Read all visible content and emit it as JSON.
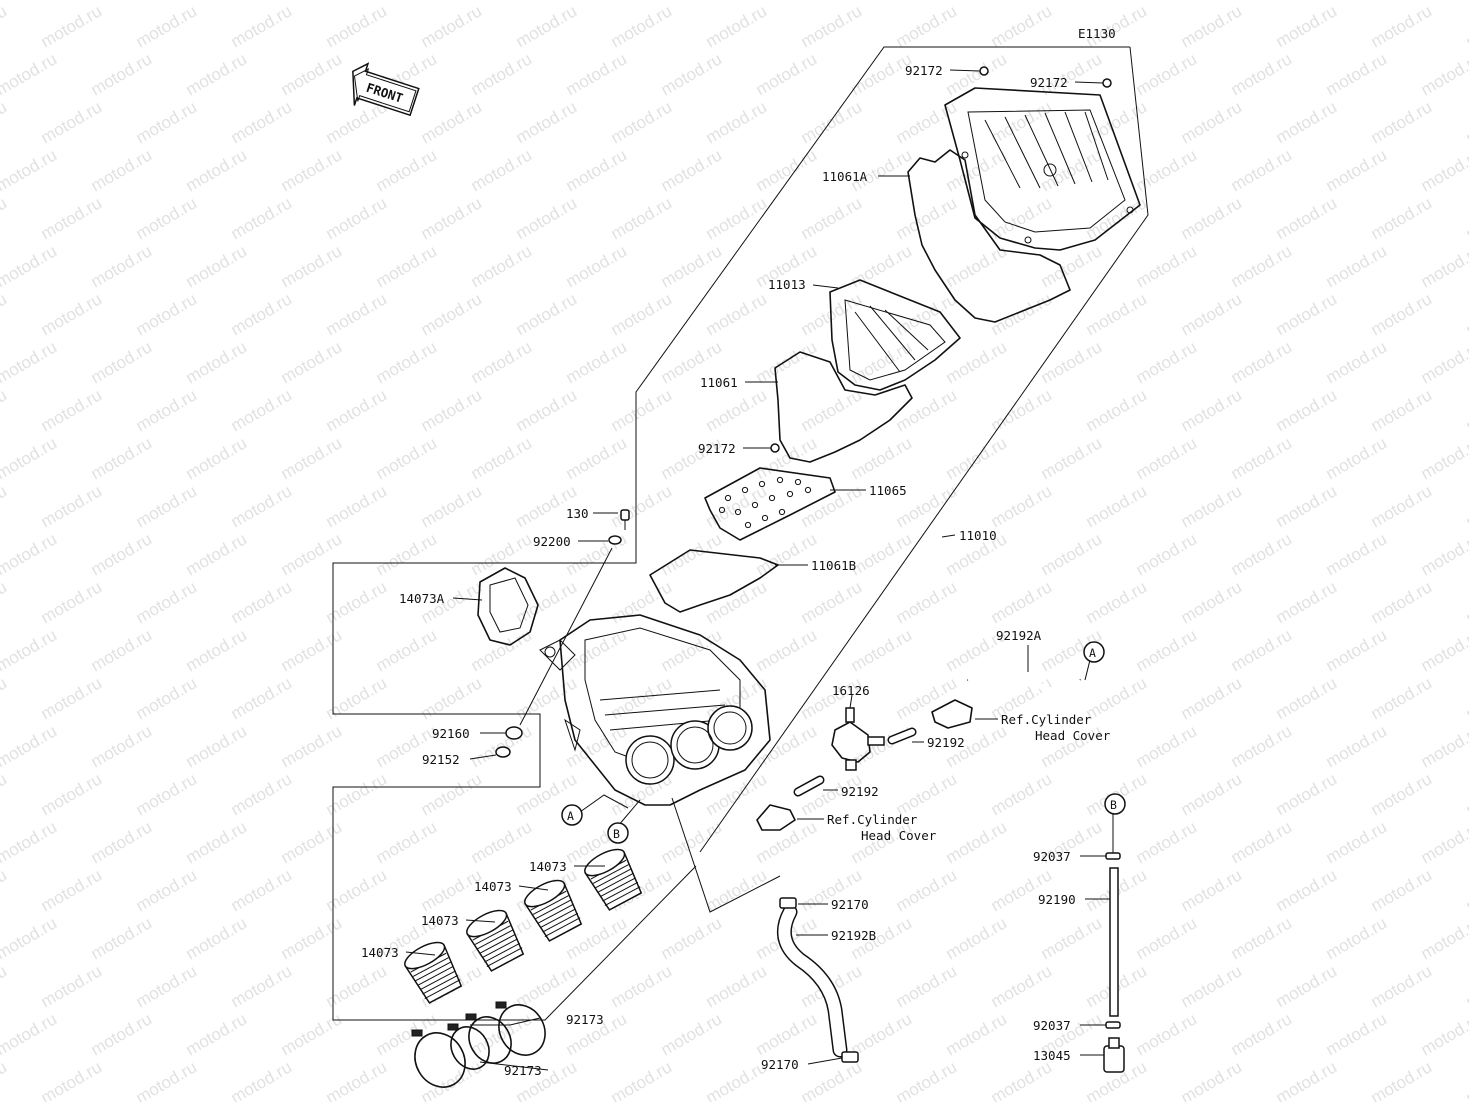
{
  "diagram": {
    "code": "E1130",
    "front_arrow": "FRONT",
    "watermark": "motod.ru",
    "refs": {
      "a": "A",
      "b": "B"
    },
    "labels": {
      "p92172_top": "92172",
      "p92172_right": "92172",
      "p11061A": "11061A",
      "p11013": "11013",
      "p11061": "11061",
      "p92172_mid": "92172",
      "p11065": "11065",
      "p130": "130",
      "p92200": "92200",
      "p11010": "11010",
      "p11061B": "11061B",
      "p14073A": "14073A",
      "p92192A": "92192A",
      "p16126": "16126",
      "ref_cyl_1_line1": "Ref.Cylinder",
      "ref_cyl_1_line2": "Head Cover",
      "p92192_a": "92192",
      "p92160": "92160",
      "p92152": "92152",
      "p92192_b": "92192",
      "ref_cyl_2_line1": "Ref.Cylinder",
      "ref_cyl_2_line2": "Head Cover",
      "p14073_1": "14073",
      "p14073_2": "14073",
      "p14073_3": "14073",
      "p14073_4": "14073",
      "p92170_a": "92170",
      "p92192B": "92192B",
      "p92037_a": "92037",
      "p92190": "92190",
      "p92173_a": "92173",
      "p92173_b": "92173",
      "p92037_b": "92037",
      "p92170_b": "92170",
      "p13045": "13045"
    }
  }
}
